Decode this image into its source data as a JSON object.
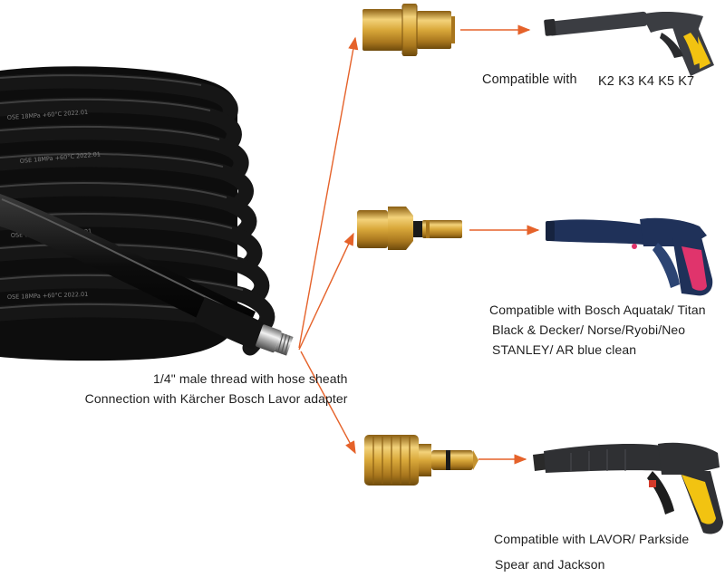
{
  "colors": {
    "accent_arrow": "#e5622a",
    "brass": "#d9a83a",
    "hose": "#121212",
    "gun_gray": "#3b3d42",
    "gun_yellow": "#f2c311",
    "gun_navy": "#1f3159",
    "gun_pink": "#e0346c"
  },
  "hose": {
    "print_text": "OSE 18MPa +60°C 2022.01",
    "caption_line1": "1/4\" male thread with hose sheath",
    "caption_line2": "Connection with Kärcher Bosch Lavor  adapter"
  },
  "adapters": [
    {
      "id": "karcher",
      "gun_icon": "karcher-spray-gun",
      "caption_prefix": "Compatible with",
      "caption_models": "K2 K3 K4 K5 K7"
    },
    {
      "id": "bosch",
      "gun_icon": "bosch-spray-gun",
      "caption_lines": [
        "Compatible with Bosch Aquatak/ Titan",
        "Black & Decker/ Norse/Ryobi/Neo",
        "STANLEY/ AR blue clean"
      ]
    },
    {
      "id": "lavor",
      "gun_icon": "lavor-spray-gun",
      "caption_lines": [
        "Compatible with LAVOR/ Parkside",
        "Spear and Jackson"
      ]
    }
  ]
}
